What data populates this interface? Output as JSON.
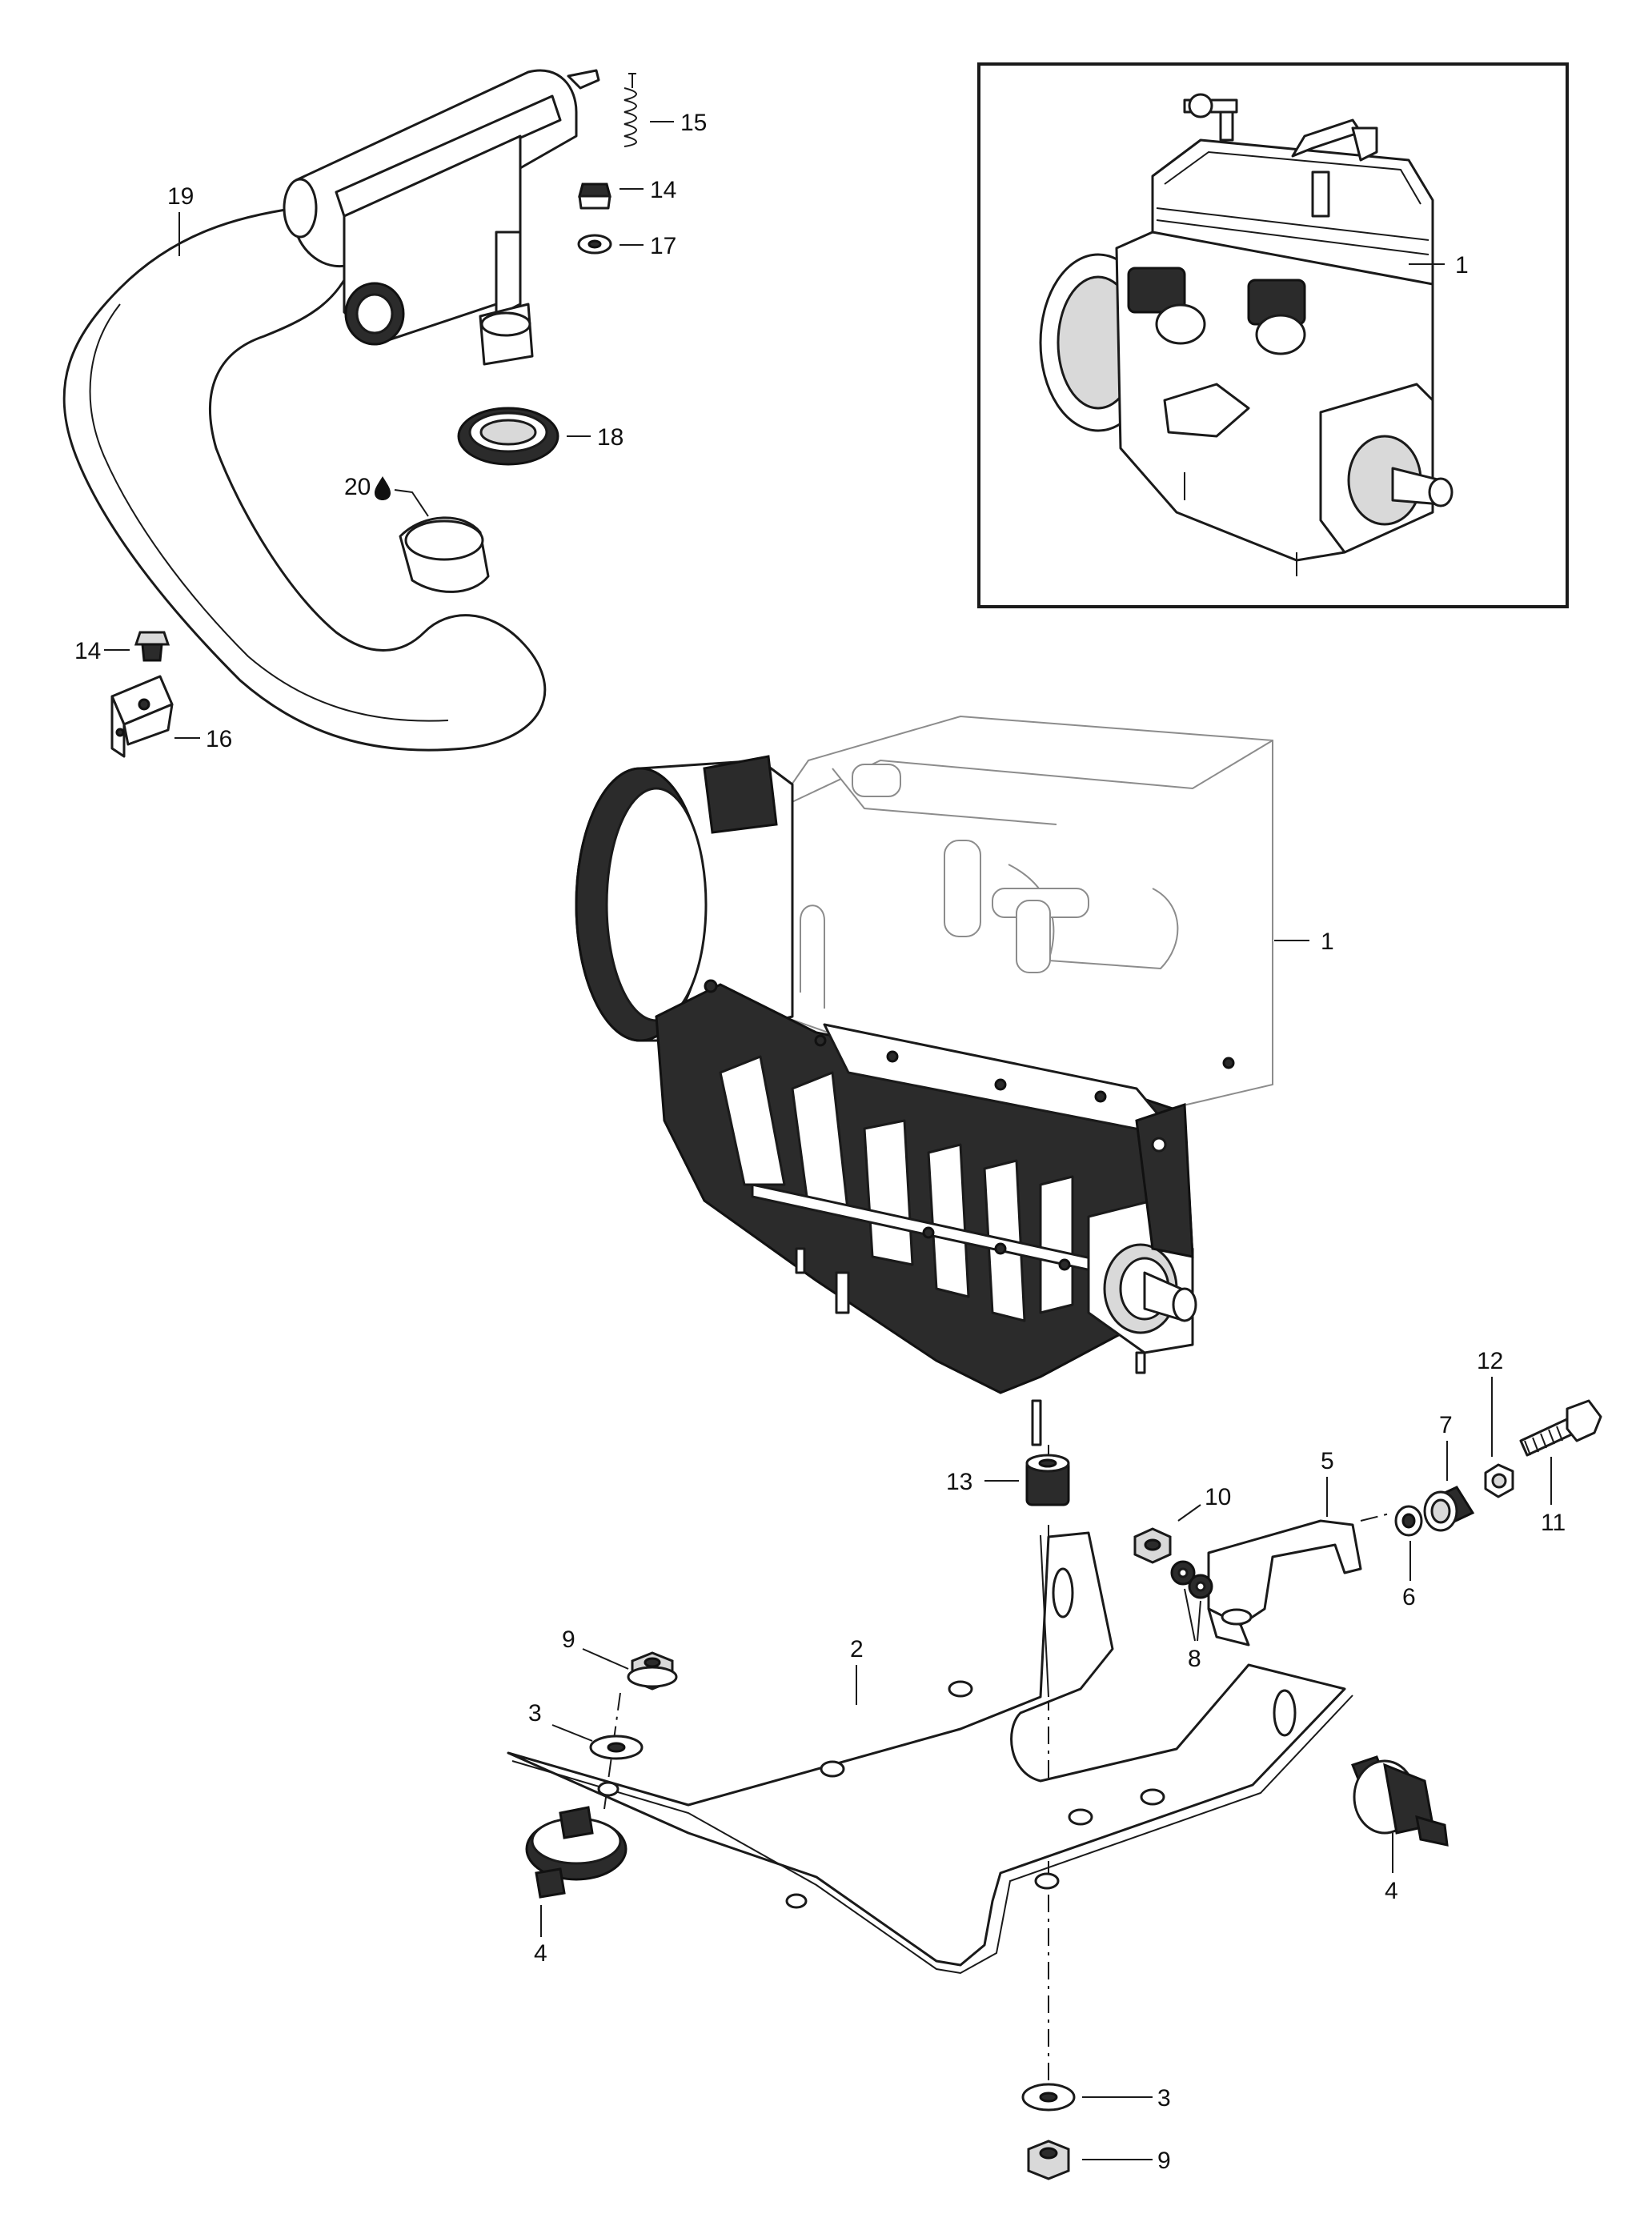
{
  "callouts": {
    "c1_inset": "1",
    "c1_main": "1",
    "c2": "2",
    "c3_upper": "3",
    "c3_lower": "3",
    "c4_left": "4",
    "c4_right": "4",
    "c5": "5",
    "c6": "6",
    "c7": "7",
    "c8": "8",
    "c9_upper": "9",
    "c9_lower": "9",
    "c10": "10",
    "c11": "11",
    "c12": "12",
    "c13": "13",
    "c14_upper": "14",
    "c14_lower": "14",
    "c15": "15",
    "c16": "16",
    "c17": "17",
    "c18": "18",
    "c19": "19",
    "c20": "20"
  },
  "icons": {
    "lubricant": "oil-drop-icon"
  }
}
